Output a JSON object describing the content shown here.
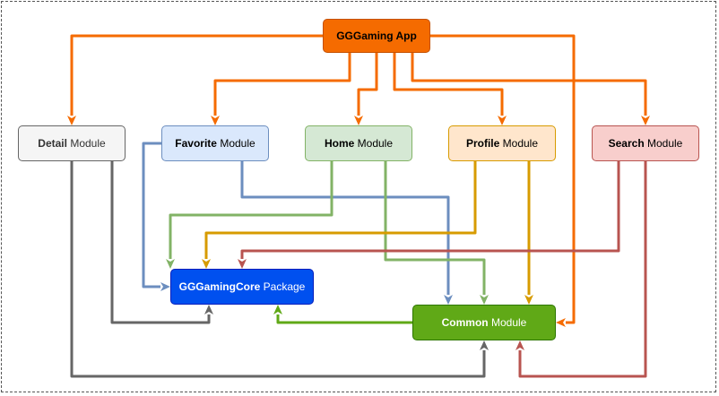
{
  "diagram": {
    "nodes": {
      "app": {
        "bold": "GGGaming App",
        "rest": ""
      },
      "detail": {
        "bold": "Detail",
        "rest": "Module"
      },
      "favorite": {
        "bold": "Favorite",
        "rest": "Module"
      },
      "home": {
        "bold": "Home",
        "rest": "Module"
      },
      "profile": {
        "bold": "Profile",
        "rest": "Module"
      },
      "search": {
        "bold": "Search",
        "rest": "Module"
      },
      "core": {
        "bold": "GGGamingCore",
        "rest": "Package"
      },
      "common": {
        "bold": "Common",
        "rest": "Module"
      }
    },
    "edges": [
      {
        "from": "app",
        "to": "detail",
        "color": "#f56b00"
      },
      {
        "from": "app",
        "to": "favorite",
        "color": "#f56b00"
      },
      {
        "from": "app",
        "to": "home",
        "color": "#f56b00"
      },
      {
        "from": "app",
        "to": "profile",
        "color": "#f56b00"
      },
      {
        "from": "app",
        "to": "search",
        "color": "#f56b00"
      },
      {
        "from": "app",
        "to": "common",
        "color": "#f56b00"
      },
      {
        "from": "detail",
        "to": "core",
        "color": "#666666"
      },
      {
        "from": "detail",
        "to": "common",
        "color": "#666666"
      },
      {
        "from": "favorite",
        "to": "core",
        "color": "#6c8ebf"
      },
      {
        "from": "favorite",
        "to": "common",
        "color": "#6c8ebf"
      },
      {
        "from": "home",
        "to": "core",
        "color": "#82b366"
      },
      {
        "from": "home",
        "to": "common",
        "color": "#82b366"
      },
      {
        "from": "profile",
        "to": "core",
        "color": "#d79b00"
      },
      {
        "from": "profile",
        "to": "common",
        "color": "#d79b00"
      },
      {
        "from": "search",
        "to": "core",
        "color": "#b85450"
      },
      {
        "from": "search",
        "to": "common",
        "color": "#b85450"
      },
      {
        "from": "common",
        "to": "core",
        "color": "#60a917"
      }
    ]
  }
}
